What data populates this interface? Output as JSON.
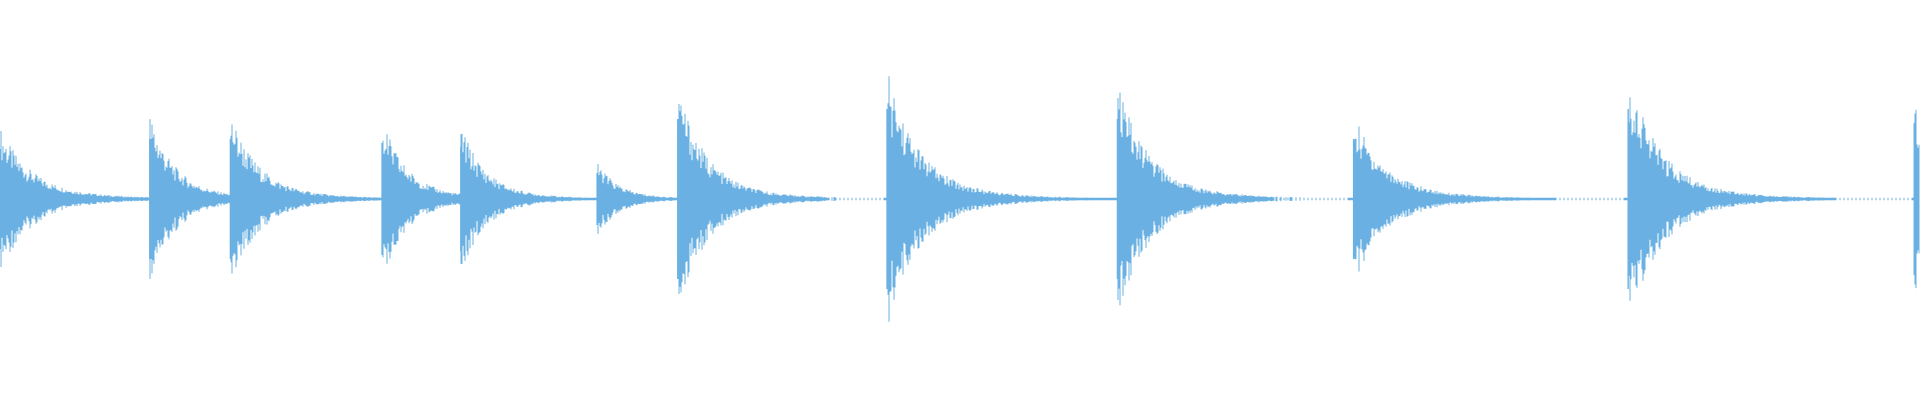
{
  "waveform": {
    "color": "#6ab0e2",
    "background": "#ffffff",
    "baseline_amplitude": 0.006,
    "duration": 1.0,
    "onsets": [
      {
        "t": 0.0,
        "amp": 0.25,
        "decay": 0.045
      },
      {
        "t": 0.078,
        "amp": 0.3,
        "decay": 0.035
      },
      {
        "t": 0.12,
        "amp": 0.3,
        "decay": 0.04
      },
      {
        "t": 0.199,
        "amp": 0.28,
        "decay": 0.035
      },
      {
        "t": 0.24,
        "amp": 0.26,
        "decay": 0.035
      },
      {
        "t": 0.311,
        "amp": 0.13,
        "decay": 0.03
      },
      {
        "t": 0.353,
        "amp": 0.4,
        "decay": 0.04
      },
      {
        "t": 0.462,
        "amp": 0.45,
        "decay": 0.045
      },
      {
        "t": 0.582,
        "amp": 0.4,
        "decay": 0.045
      },
      {
        "t": 0.705,
        "amp": 0.3,
        "decay": 0.045
      },
      {
        "t": 0.848,
        "amp": 0.45,
        "decay": 0.045
      },
      {
        "t": 0.997,
        "amp": 0.38,
        "decay": 0.03
      }
    ],
    "dotted_gaps": [
      [
        0.432,
        0.46
      ],
      [
        0.664,
        0.702
      ],
      [
        0.81,
        0.846
      ],
      [
        0.956,
        0.996
      ]
    ]
  }
}
